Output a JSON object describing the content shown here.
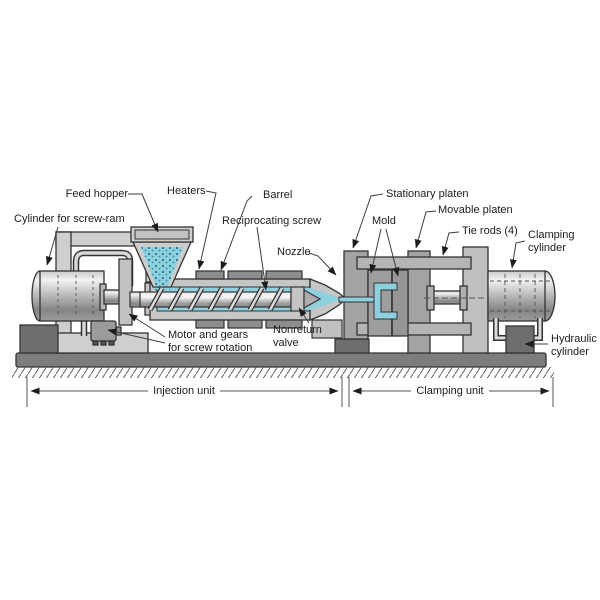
{
  "diagram": {
    "labels": {
      "cylinder_screw_ram": "Cylinder for screw-ram",
      "feed_hopper": "Feed hopper",
      "heaters": "Heaters",
      "barrel": "Barrel",
      "reciprocating_screw": "Reciprocating screw",
      "nozzle": "Nozzle",
      "stationary_platen": "Stationary platen",
      "mold": "Mold",
      "movable_platen": "Movable platen",
      "tie_rods": "Tie rods (4)",
      "clamping_cylinder": "Clamping\ncylinder",
      "motor_gears": "Motor and gears\nfor screw rotation",
      "nonreturn_valve": "Nonreturn\nvalve",
      "hydraulic_cylinder": "Hydraulic\ncylinder",
      "injection_unit": "Injection unit",
      "clamping_unit": "Clamping unit"
    },
    "colors": {
      "melt_cyan": "#8fd0de",
      "granule_dot": "#1f7d96",
      "machine_light_gray": "#cdcdcd",
      "platen_gray": "#a3a3a3",
      "dark_block_gray": "#6e6e6e",
      "ground_gray": "#7d7d7d",
      "outline": "#333333"
    }
  }
}
